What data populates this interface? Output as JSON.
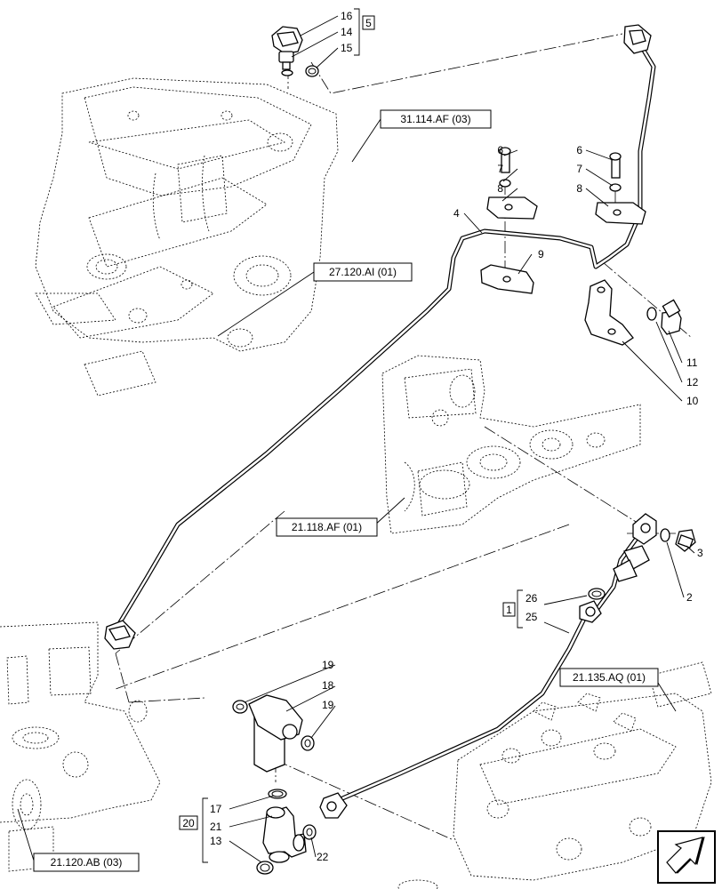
{
  "callouts": {
    "n2": "2",
    "n3": "3",
    "n4": "4",
    "n6a": "6",
    "n6b": "6",
    "n7a": "7",
    "n7b": "7",
    "n8a": "8",
    "n8b": "8",
    "n9": "9",
    "n10": "10",
    "n11": "11",
    "n12": "12",
    "n13": "13",
    "n14": "14",
    "n15": "15",
    "n16": "16",
    "n17": "17",
    "n18": "18",
    "n19a": "19",
    "n19b": "19",
    "n21": "21",
    "n22": "22",
    "n25": "25",
    "n26": "26"
  },
  "kits": {
    "k5": "5",
    "k1": "1",
    "k20": "20"
  },
  "references": {
    "r1": "31.114.AF (03)",
    "r2": "27.120.AI (01)",
    "r3": "21.118.AF (01)",
    "r4": "21.135.AQ (01)",
    "r5": "21.120.AB (03)"
  },
  "nav": {
    "icon": "arrow-icon"
  }
}
